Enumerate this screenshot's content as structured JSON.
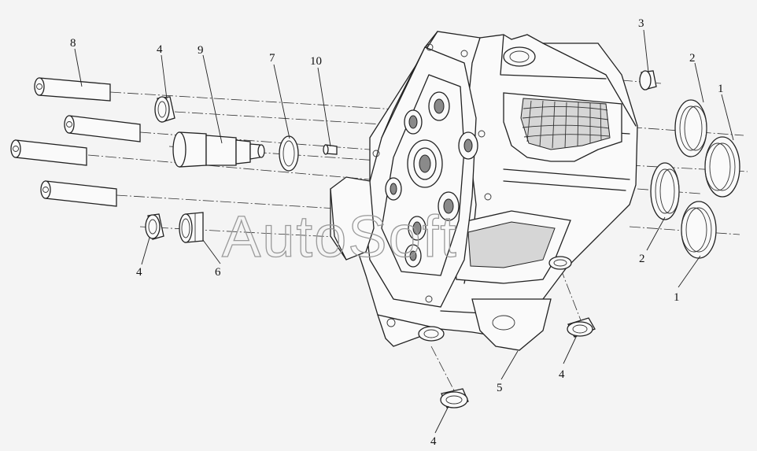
{
  "watermark": "AutoSoft",
  "callouts": [
    {
      "id": "c8",
      "text": "8"
    },
    {
      "id": "c4a",
      "text": "4"
    },
    {
      "id": "c9",
      "text": "9"
    },
    {
      "id": "c7",
      "text": "7"
    },
    {
      "id": "c10",
      "text": "10"
    },
    {
      "id": "c3",
      "text": "3"
    },
    {
      "id": "c2a",
      "text": "2"
    },
    {
      "id": "c1a",
      "text": "1"
    },
    {
      "id": "c2b",
      "text": "2"
    },
    {
      "id": "c1b",
      "text": "1"
    },
    {
      "id": "c4b",
      "text": "4"
    },
    {
      "id": "c6",
      "text": "6"
    },
    {
      "id": "c5",
      "text": "5"
    },
    {
      "id": "c4c",
      "text": "4"
    },
    {
      "id": "c4d",
      "text": "4"
    }
  ],
  "colors": {
    "line": "#222222",
    "background": "#f4f4f4",
    "watermark": "#9a9a9a"
  }
}
